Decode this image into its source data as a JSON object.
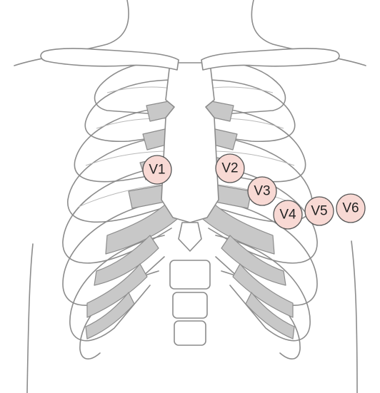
{
  "electrodes": [
    {
      "label": "V1"
    },
    {
      "label": "V2"
    },
    {
      "label": "V3"
    },
    {
      "label": "V4"
    },
    {
      "label": "V5"
    },
    {
      "label": "V6"
    }
  ],
  "colors": {
    "electrode_fill": "#f8d9d4",
    "cartilage": "#c8c8c8",
    "outline": "#8c8c8c"
  }
}
